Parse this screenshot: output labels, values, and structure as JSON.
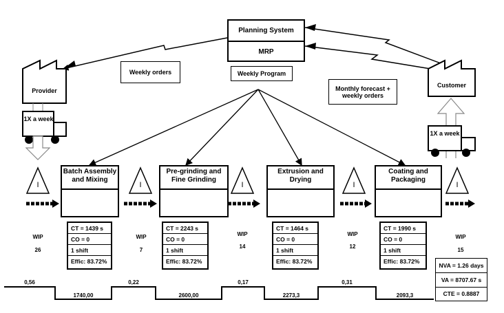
{
  "planning": {
    "title": "Planning System",
    "sub": "MRP"
  },
  "notes": {
    "weekly_orders": "Weekly orders",
    "weekly_program": "Weekly Program",
    "monthly_forecast": "Monthly forecast + weekly orders"
  },
  "provider": {
    "label": "Provider",
    "truck": "1X  a week"
  },
  "customer": {
    "label": "Customer",
    "truck": "1X  a week"
  },
  "inventory_symbol": "I",
  "processes": [
    {
      "name": "Batch Assembly and Mixing",
      "ct": "CT = 1439 s",
      "co": "CO = 0",
      "shift": "1 shift",
      "effic": "Effic: 83.72%"
    },
    {
      "name": "Pre-grinding and Fine Grinding",
      "ct": "CT = 2243 s",
      "co": "CO = 0",
      "shift": "1 shift",
      "effic": "Effic: 83.72%"
    },
    {
      "name": "Extrusion and Drying",
      "ct": "CT = 1464 s",
      "co": "CO = 0",
      "shift": "1 shift",
      "effic": "Effic: 83.72%"
    },
    {
      "name": "Coating and Packaging",
      "ct": "CT = 1990 s",
      "co": "CO = 0",
      "shift": "1 shift",
      "effic": "Effic: 83.72%"
    }
  ],
  "wip": [
    {
      "label": "WIP",
      "value": "26"
    },
    {
      "label": "WIP",
      "value": "7"
    },
    {
      "label": "WIP",
      "value": "14"
    },
    {
      "label": "WIP",
      "value": "12"
    },
    {
      "label": "WIP",
      "value": "15"
    }
  ],
  "timeline": {
    "upper": [
      "0,56",
      "0,22",
      "0,17",
      "0,31"
    ],
    "lower": [
      "1740,00",
      "2600,00",
      "2273,3",
      "2093,3"
    ]
  },
  "summary": {
    "nva": "NVA = 1.26 days",
    "va": "VA = 8707.67 s",
    "cte": "CTE = 0.8887"
  }
}
